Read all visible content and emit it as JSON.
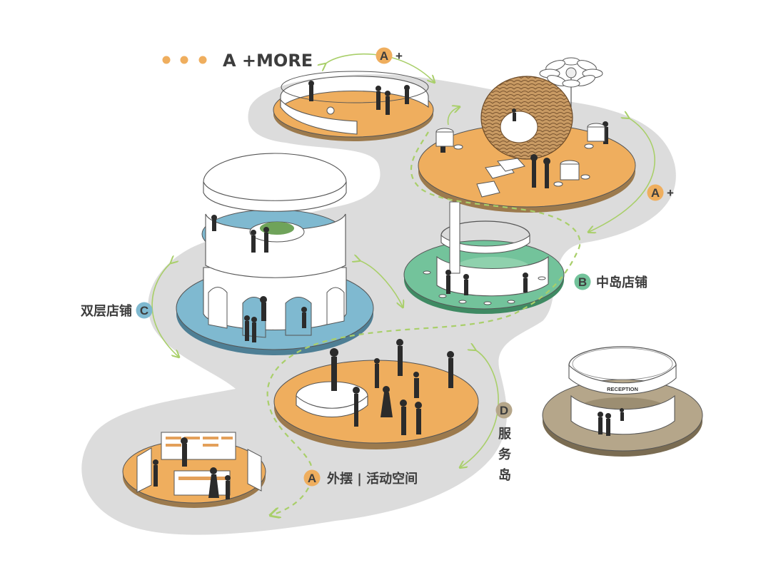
{
  "header": {
    "dots_color": "#efae5e",
    "title": "A +MORE"
  },
  "colors": {
    "orange": "#efae5e",
    "blue": "#7fb9d0",
    "green": "#73c39b",
    "taupe": "#b5a68a",
    "gray_band": "#dcdcdc",
    "arrow_green": "#a9cf6a"
  },
  "badges": [
    {
      "letter": "A",
      "suffix": "+",
      "color": "#efae5e"
    },
    {
      "letter": "A",
      "suffix": "+",
      "color": "#efae5e"
    },
    {
      "letter": "B",
      "suffix": "",
      "color": "#73c39b"
    },
    {
      "letter": "C",
      "suffix": "",
      "color": "#7fb9d0"
    },
    {
      "letter": "D",
      "suffix": "",
      "color": "#b5a68a"
    },
    {
      "letter": "A",
      "suffix": "",
      "color": "#efae5e"
    }
  ],
  "labels": {
    "b_zone": "中岛店铺",
    "c_zone": "双层店铺",
    "d_zone": [
      "服",
      "务",
      "岛"
    ],
    "a_zone": "外摆 | 活动空间",
    "reception": "RECEPTION"
  }
}
